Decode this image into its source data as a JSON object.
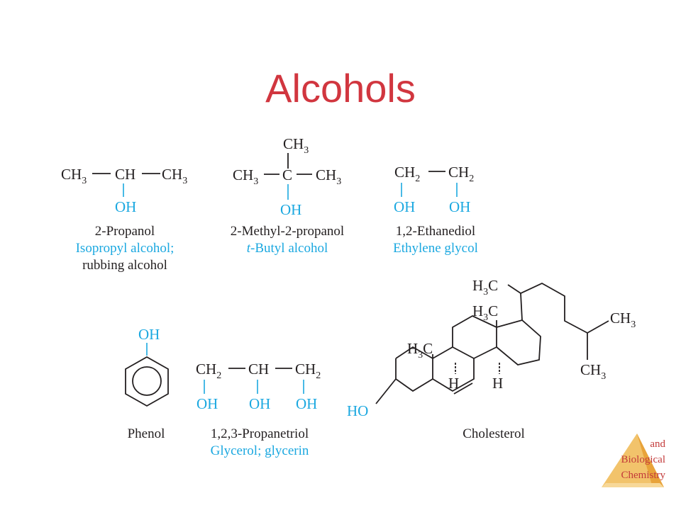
{
  "slide": {
    "title": "Alcohols",
    "colors": {
      "title": "#d1363f",
      "common_name": "#1ba8e0",
      "structure": "#231f20"
    }
  },
  "compounds": [
    {
      "name": "2-Propanol",
      "common_name_lines": [
        "Isopropyl alcohol;",
        "rubbing alcohol"
      ]
    },
    {
      "name": "2-Methyl-2-propanol",
      "common_name_prefix": "t",
      "common_name_rest": "-Butyl alcohol"
    },
    {
      "name": "1,2-Ethanediol",
      "common_name": "Ethylene glycol"
    },
    {
      "name": "Phenol"
    },
    {
      "name": "1,2,3-Propanetriol",
      "common_name": "Glycerol; glycerin"
    },
    {
      "name": "Cholesterol"
    }
  ],
  "labels": {
    "ch": "CH",
    "ch2": "CH",
    "ch3": "CH",
    "c": "C",
    "oh": "OH",
    "ho": "HO",
    "h": "H",
    "h3c": "H",
    "sub2": "2",
    "sub3": "3"
  },
  "logo": {
    "lines": [
      "and",
      "Biological",
      "Chemistry"
    ],
    "icon": "pyramid-icon",
    "color": "#e8a33a"
  }
}
